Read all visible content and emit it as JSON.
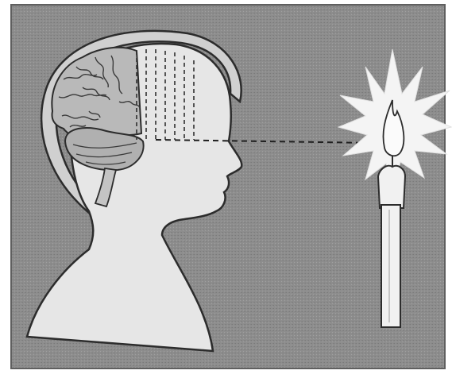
{
  "illustration": {
    "subjects": [
      "child-head-silhouette",
      "brain",
      "lit-candle",
      "line-of-sight"
    ],
    "colors": {
      "background": "#8f8f8f",
      "silhouette": "#e6e6e6",
      "brain": "#b9b9b9",
      "outline": "#2c2c2c",
      "glow": "#f4f4f4",
      "candle": "#f1f1f1"
    }
  }
}
